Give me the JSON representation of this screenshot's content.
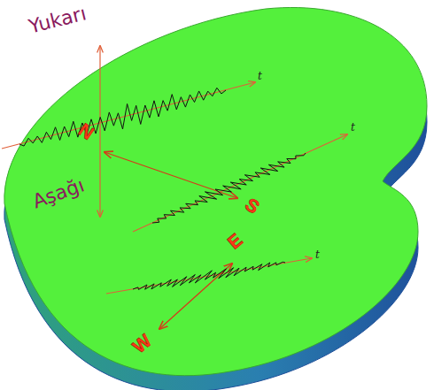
{
  "diagram": {
    "labels": [
      "Yukarı",
      "t",
      "N",
      "Aşağı",
      "t",
      "S",
      "E",
      "W",
      "t"
    ]
  }
}
